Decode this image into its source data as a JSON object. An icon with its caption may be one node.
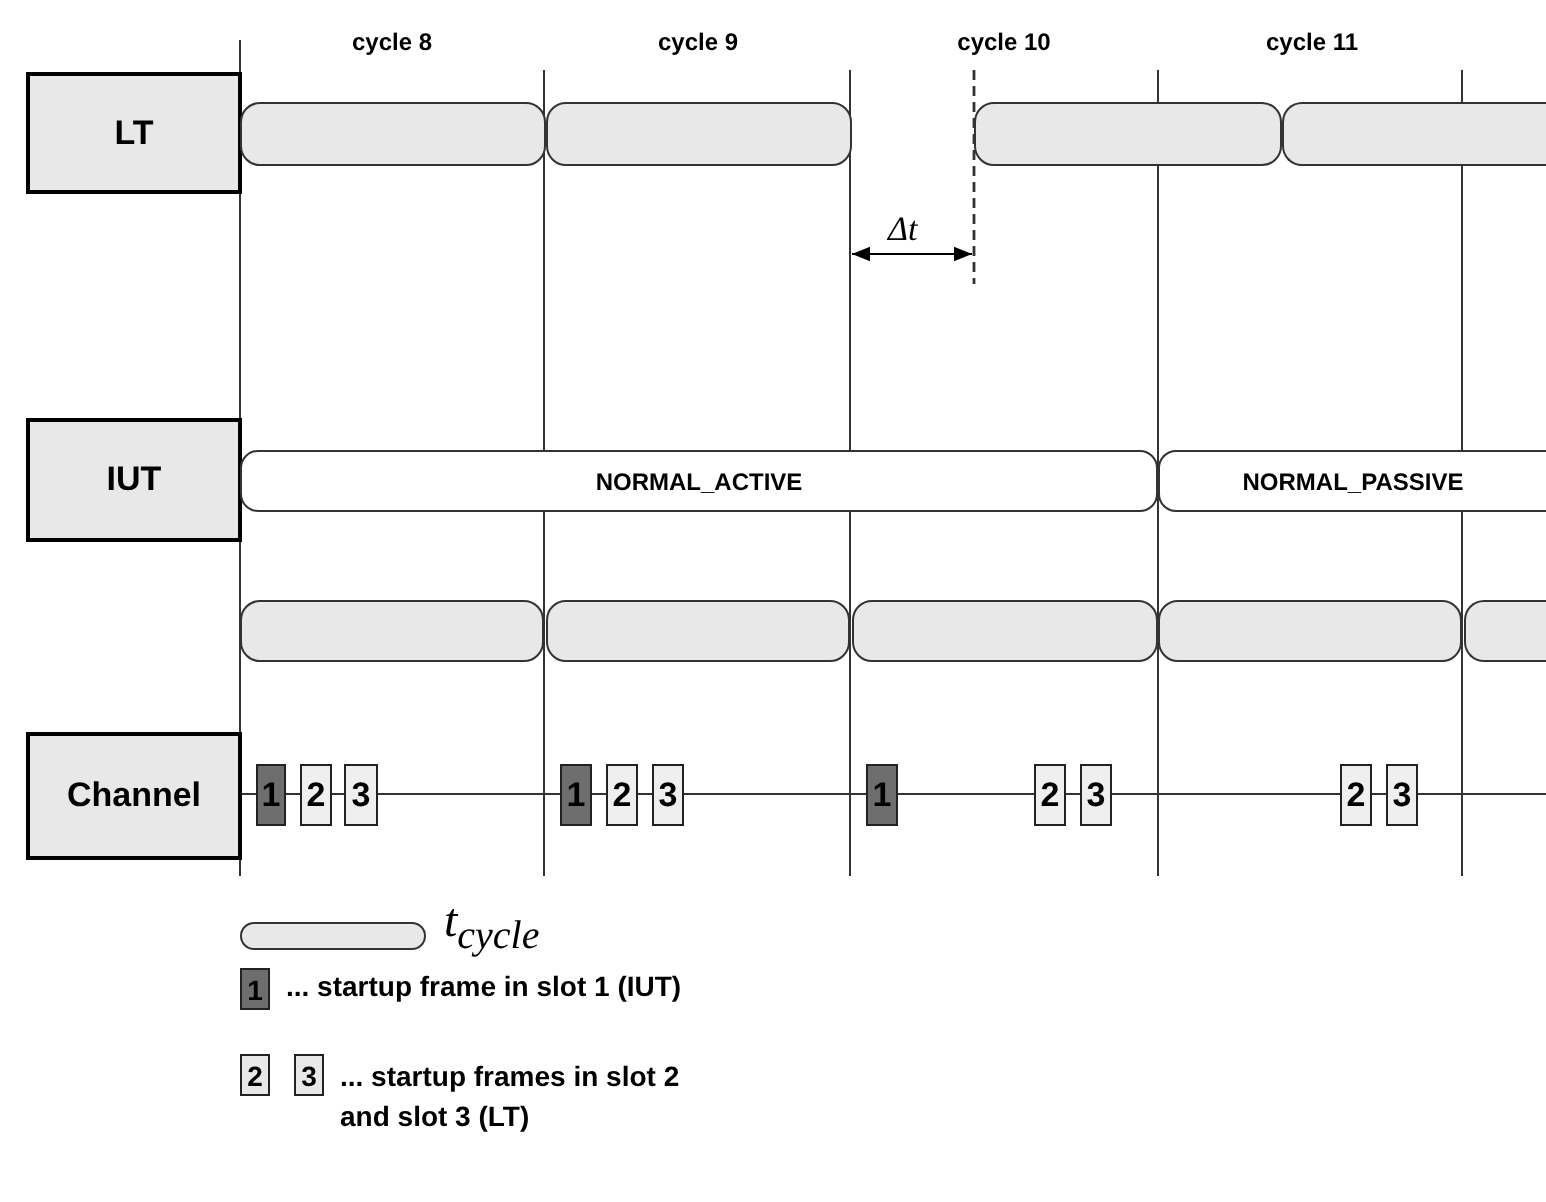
{
  "diagram": {
    "nodes": [
      {
        "text": [
          "LT"
        ]
      },
      {
        "text": [],
        "shape": "bar"
      },
      {
        "text": [],
        "shape": "bar"
      },
      {
        "text": [],
        "shape": "bar"
      },
      {
        "text": [],
        "shape": "bar"
      },
      {
        "text": [
          "IUT"
        ]
      },
      {
        "text": [
          "NORMAL_ACTIVE"
        ]
      },
      {
        "text": [
          "NORMAL_PASSIVE"
        ]
      },
      {
        "text": [],
        "shape": "bar"
      },
      {
        "text": [],
        "shape": "bar"
      },
      {
        "text": [],
        "shape": "bar"
      },
      {
        "text": [],
        "shape": "bar"
      },
      {
        "text": [],
        "shape": "bar"
      },
      {
        "text": [
          "Channel"
        ]
      },
      {
        "text": [
          "1"
        ]
      },
      {
        "text": [
          "2"
        ]
      },
      {
        "text": [
          "3"
        ]
      },
      {
        "text": [
          "1"
        ]
      },
      {
        "text": [
          "2"
        ]
      },
      {
        "text": [
          "3"
        ]
      },
      {
        "text": [
          "1"
        ]
      },
      {
        "text": [
          "2"
        ]
      },
      {
        "text": [
          "3"
        ]
      },
      {
        "text": [
          "2"
        ]
      },
      {
        "text": [
          "3"
        ]
      }
    ],
    "labels": [
      "cycle 8",
      "cycle 9",
      "cycle 10",
      "cycle 11",
      "Δt",
      "1",
      "2",
      "3"
    ],
    "legend": [
      {
        "text": "t$_{cycle}$"
      },
      {
        "text": "... startup frame in slot 1 (IUT)",
        "color": "#6e6e6e"
      },
      {
        "text": "... startup frames in slot 2 and slot 3 (LT)",
        "color": "#e8e8e8"
      }
    ]
  }
}
